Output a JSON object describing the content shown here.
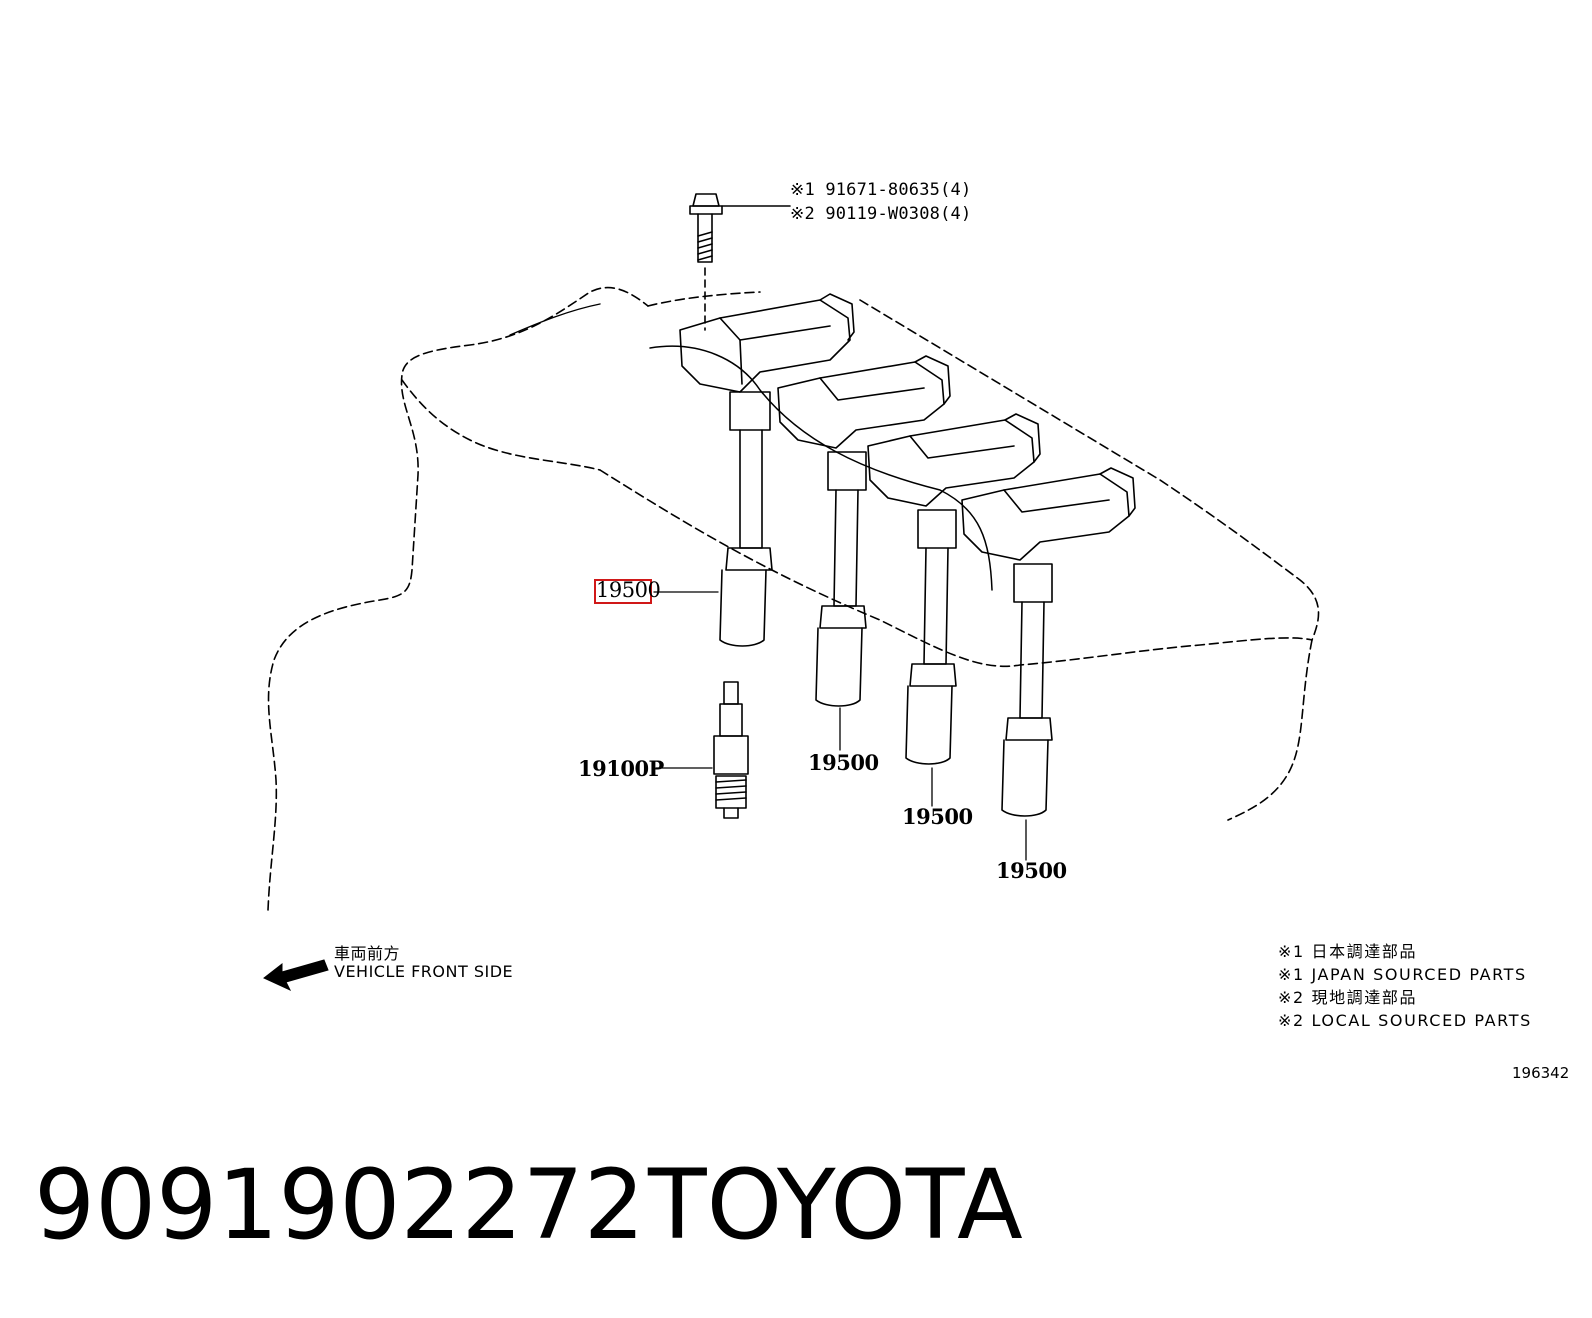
{
  "callouts": {
    "bolt_line1": "※1 91671-80635(4)",
    "bolt_line2": "※2 90119-W0308(4)",
    "coil_highlighted": "19500",
    "coil_2": "19500",
    "coil_3": "19500",
    "coil_4": "19500",
    "spark_plug": "19100P"
  },
  "direction": {
    "label_jp": "車両前方",
    "label_en": "VEHICLE FRONT SIDE"
  },
  "legend": [
    "※1 日本調達部品",
    "※1 JAPAN SOURCED PARTS",
    "※2 現地調達部品",
    "※2 LOCAL SOURCED PARTS"
  ],
  "figure_ref": "196342",
  "footer": {
    "part_number": "9091902272",
    "brand": "TOYOTA"
  },
  "colors": {
    "highlight": "#d01818",
    "ink": "#000000"
  }
}
